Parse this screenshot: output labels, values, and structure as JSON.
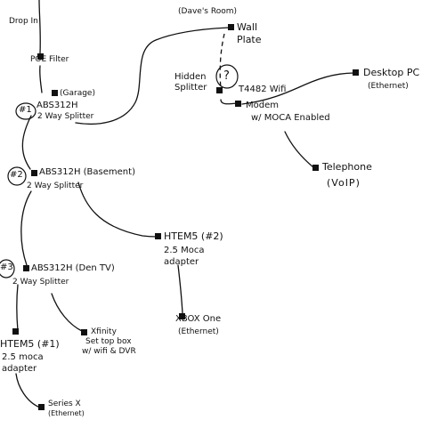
{
  "labels": {
    "drop_in": "Drop In",
    "poe_filter": "POE Filter",
    "garage": "(Garage)",
    "splitter1_num": "#1",
    "splitter1_model": "ABS312H",
    "splitter1_type": "2 Way Splitter",
    "daves_room": "(Dave's Room)",
    "wall_plate_1": "Wall",
    "wall_plate_2": "Plate",
    "hidden_1": "Hidden",
    "hidden_2": "Splitter",
    "question": "?",
    "modem_1": "T4482 Wifi",
    "modem_2": "Modem",
    "modem_3": "w/ MOCA Enabled",
    "desktop_1": "Desktop PC",
    "desktop_2": "(Ethernet)",
    "telephone_1": "Telephone",
    "telephone_2": "(VoIP)",
    "splitter2_num": "#2",
    "splitter2_model": "ABS312H (Basement)",
    "splitter2_type": "2 Way Splitter",
    "htem2_1": "HTEM5 (#2)",
    "htem2_2": "2.5 Moca",
    "htem2_3": "adapter",
    "xbox_1": "XBOX One",
    "xbox_2": "(Ethernet)",
    "splitter3_num": "#3",
    "splitter3_model": "ABS312H (Den TV)",
    "splitter3_type": "2 Way Splitter",
    "xfinity_1": "Xfinity",
    "xfinity_2": "Set top box",
    "xfinity_3": "w/ wifi & DVR",
    "htem1_1": "HTEM5 (#1)",
    "htem1_2": "2.5 moca",
    "htem1_3": "adapter",
    "seriesx_1": "Series X",
    "seriesx_2": "(Ethernet)"
  }
}
